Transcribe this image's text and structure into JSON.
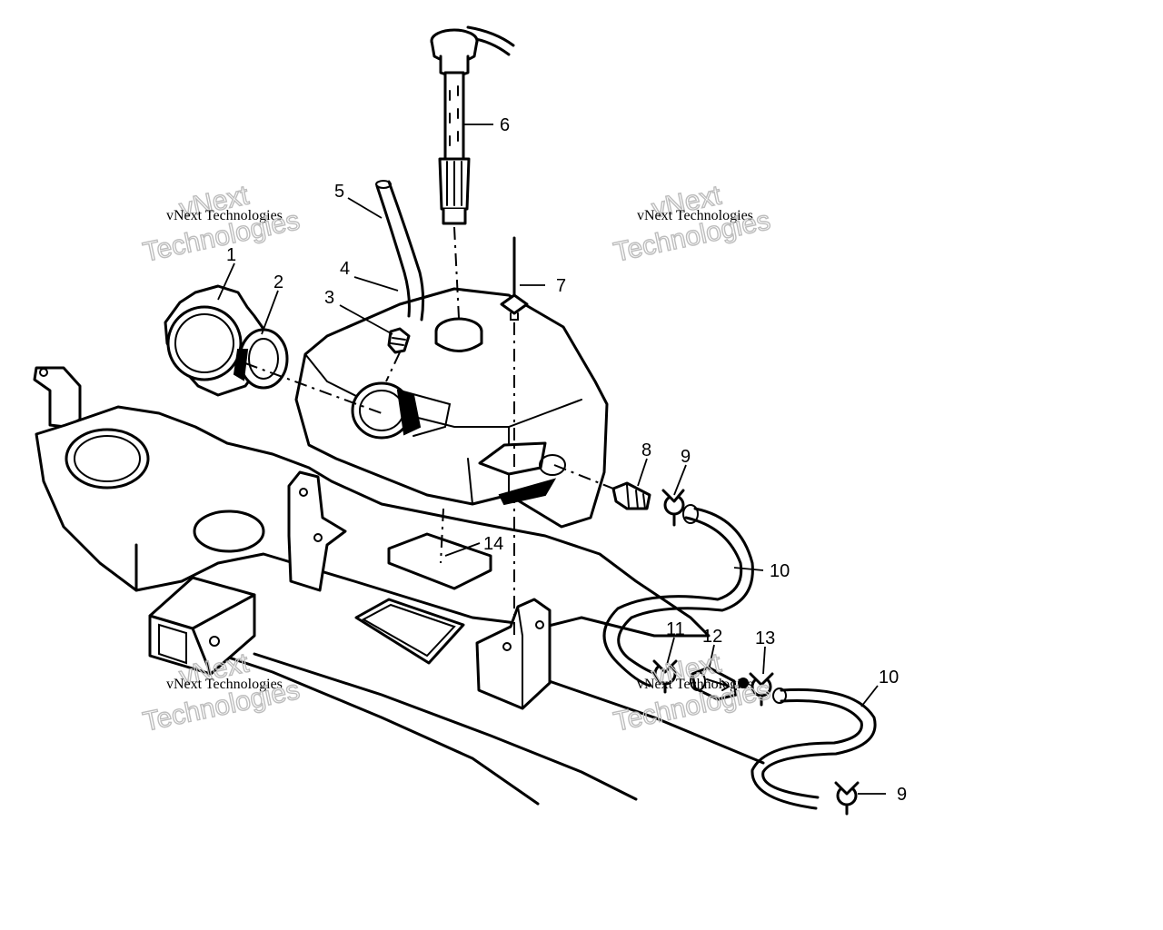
{
  "watermark": {
    "line1": "vNext Technologies",
    "brand_top": "vNext",
    "brand_bottom": "Technologies"
  },
  "callouts": [
    {
      "id": "c1",
      "text": "1"
    },
    {
      "id": "c2",
      "text": "2"
    },
    {
      "id": "c3",
      "text": "3"
    },
    {
      "id": "c4",
      "text": "4"
    },
    {
      "id": "c5",
      "text": "5"
    },
    {
      "id": "c6",
      "text": "6"
    },
    {
      "id": "c7",
      "text": "7"
    },
    {
      "id": "c8",
      "text": "8"
    },
    {
      "id": "c9a",
      "text": "9"
    },
    {
      "id": "c10a",
      "text": "10"
    },
    {
      "id": "c11",
      "text": "11"
    },
    {
      "id": "c12",
      "text": "12"
    },
    {
      "id": "c13",
      "text": "13"
    },
    {
      "id": "c10b",
      "text": "10"
    },
    {
      "id": "c9b",
      "text": "9"
    },
    {
      "id": "c14",
      "text": "14"
    }
  ],
  "colors": {
    "ink": "#000000",
    "paper": "#ffffff",
    "watermark": "#bdbdbd"
  }
}
